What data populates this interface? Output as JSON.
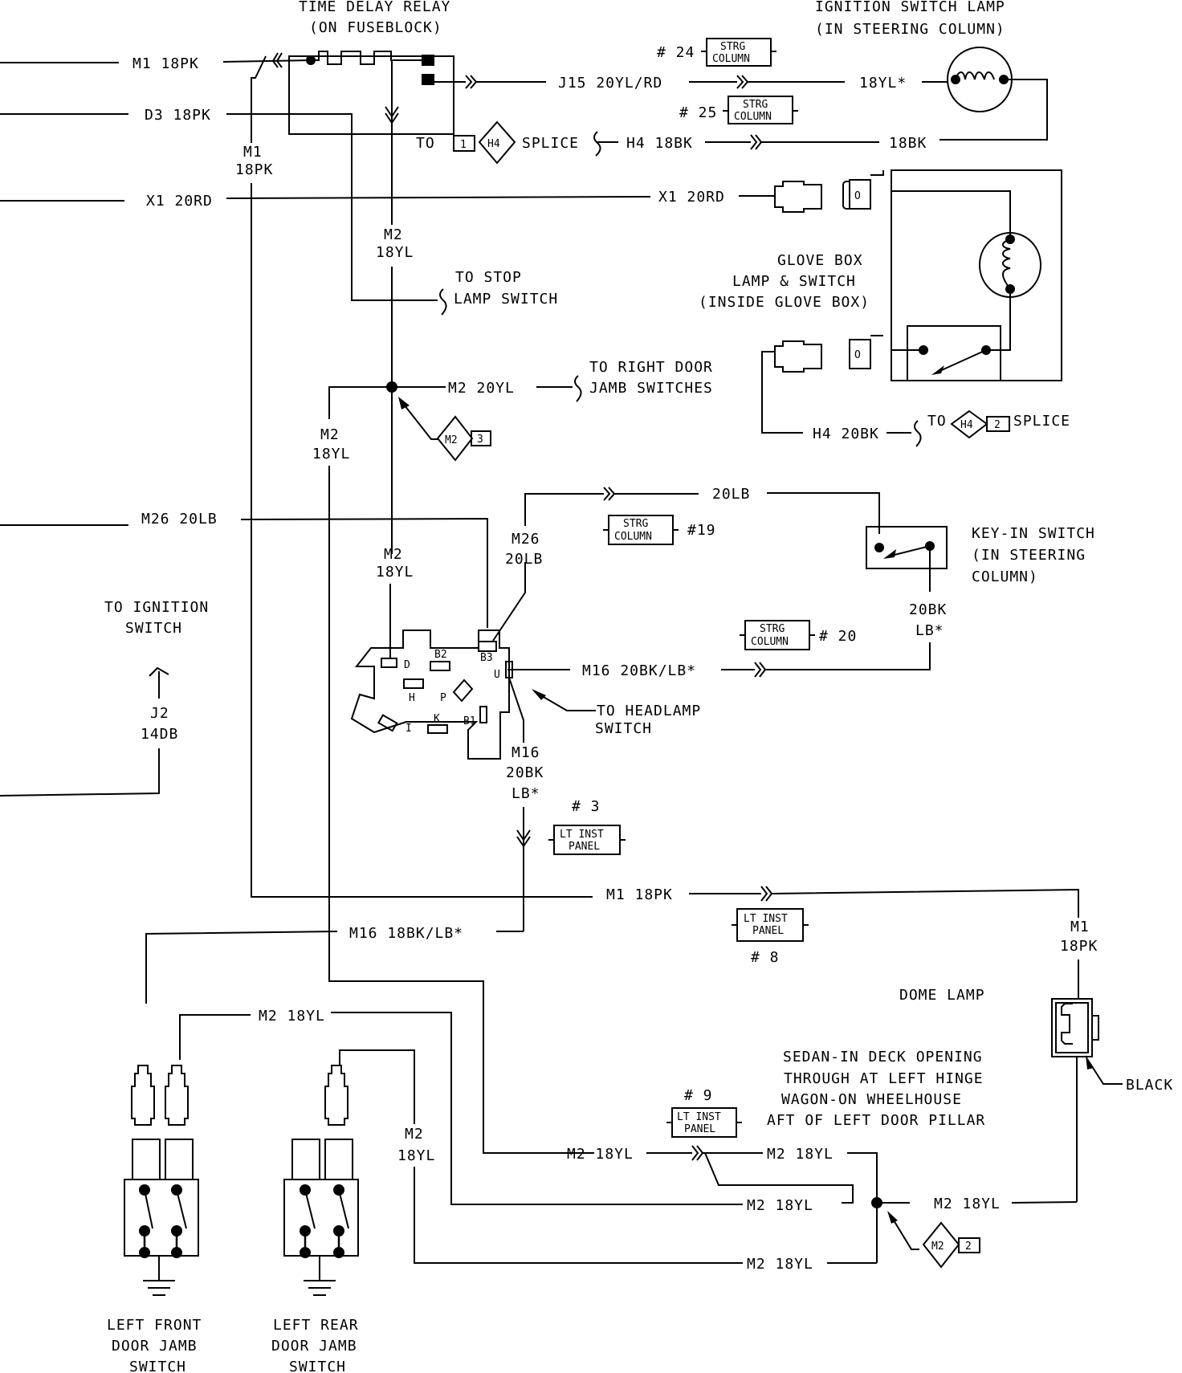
{
  "colors": {
    "ink": "#000000",
    "paper": "#ffffff"
  },
  "components": {
    "time_delay_relay": {
      "title": "TIME DELAY RELAY",
      "subtitle": "(ON FUSEBLOCK)"
    },
    "ignition_switch_lamp": {
      "title": "IGNITION SWITCH LAMP",
      "subtitle": "(IN STEERING COLUMN)"
    },
    "glove_box": {
      "line1": "GLOVE BOX",
      "line2": "LAMP & SWITCH",
      "line3": "(INSIDE GLOVE BOX)"
    },
    "key_in_switch": {
      "line1": "KEY-IN SWITCH",
      "line2": "(IN STEERING",
      "line3": "COLUMN)"
    },
    "dome_lamp": {
      "title": "DOME LAMP",
      "connector_color": "BLACK"
    },
    "left_front_switch": {
      "line1": "LEFT FRONT",
      "line2": "DOOR JAMB",
      "line3": "SWITCH"
    },
    "left_rear_switch": {
      "line1": "LEFT REAR",
      "line2": "DOOR JAMB",
      "line3": "SWITCH"
    },
    "headlamp_switch": {
      "pins": [
        "D",
        "B2",
        "B3",
        "U",
        "H",
        "P",
        "I",
        "K",
        "B1"
      ]
    }
  },
  "wires": {
    "m1_18pk_top": "M1  18PK",
    "d3_18pk": "D3  18PK",
    "x1_20rd_left": "X1  20RD",
    "x1_20rd_right": "X1  20RD",
    "m1_vert_a": "M1",
    "m1_vert_b": "18PK",
    "j15": "J15  20YL/RD",
    "ylstar": "18YL*",
    "h4_18bk": "H4  18BK",
    "bk18": "18BK",
    "m2_vert1_a": "M2",
    "m2_vert1_b": "18YL",
    "m2_20yl": "M2  20YL",
    "m2_vert2_a": "M2",
    "m2_vert2_b": "18YL",
    "m26_20lb": "M26  20LB",
    "m2_vert3_a": "M2",
    "m2_vert3_b": "18YL",
    "m26_vert_a": "M26",
    "m26_vert_b": "20LB",
    "lb20": "20LB",
    "bk20_a": "20BK",
    "bk20_b": "LB*",
    "m16_20bk_lb": "M16  20BK/LB*",
    "m16_vert_a": "M16",
    "m16_vert_b": "20BK",
    "m16_vert_c": "LB*",
    "j2_a": "J2",
    "j2_b": "14DB",
    "h4_20bk": "H4  20BK",
    "m1_18pk_bottom": "M1  18PK",
    "m16_18bk_lb": "M16  18BK/LB*",
    "m1_dome_a": "M1",
    "m1_dome_b": "18PK",
    "m2_18yl_front": "M2  18YL",
    "m2_18yl_rear_a": "M2",
    "m2_18yl_rear_b": "18YL",
    "m2_18yl_inst_left": "M2  18YL",
    "m2_18yl_inst_right": "M2  18YL",
    "m2_18yl_mid": "M2  18YL",
    "m2_18yl_dome": "M2  18YL",
    "m2_18yl_low": "M2  18YL"
  },
  "destinations": {
    "stop_lamp_a": "TO STOP",
    "stop_lamp_b": "LAMP SWITCH",
    "right_door_a": "TO RIGHT DOOR",
    "right_door_b": "JAMB SWITCHES",
    "ignition_a": "TO IGNITION",
    "ignition_b": "SWITCH",
    "headlamp_a": "TO HEADLAMP",
    "headlamp_b": "SWITCH",
    "h4_splice_to": "TO",
    "h4_splice_word": "SPLICE",
    "h4_splice2_to": "TO",
    "h4_splice2_word": "SPLICE"
  },
  "splices": {
    "h4_1": {
      "name": "H4",
      "num": "1"
    },
    "h4_2": {
      "name": "H4",
      "num": "2"
    },
    "m2_3": {
      "name": "M2",
      "num": "3"
    },
    "m2_2": {
      "name": "M2",
      "num": "2"
    }
  },
  "connectors": {
    "strg24": {
      "num": "# 24",
      "line1": "STRG",
      "line2": "COLUMN"
    },
    "strg25": {
      "num": "# 25",
      "line1": "STRG",
      "line2": "COLUMN"
    },
    "strg19": {
      "num": "#19",
      "line1": "STRG",
      "line2": "COLUMN"
    },
    "strg20": {
      "num": "# 20",
      "line1": "STRG",
      "line2": "COLUMN"
    },
    "inst3": {
      "num": "# 3",
      "line1": "LT INST",
      "line2": "PANEL"
    },
    "inst8": {
      "num": "# 8",
      "line1": "LT INST",
      "line2": "PANEL"
    },
    "inst9": {
      "num": "# 9",
      "line1": "LT INST",
      "line2": "PANEL"
    }
  },
  "notes": {
    "routing": [
      "SEDAN-IN DECK OPENING",
      "THROUGH AT LEFT HINGE",
      "WAGON-ON WHEELHOUSE",
      "AFT OF LEFT DOOR PILLAR"
    ]
  }
}
